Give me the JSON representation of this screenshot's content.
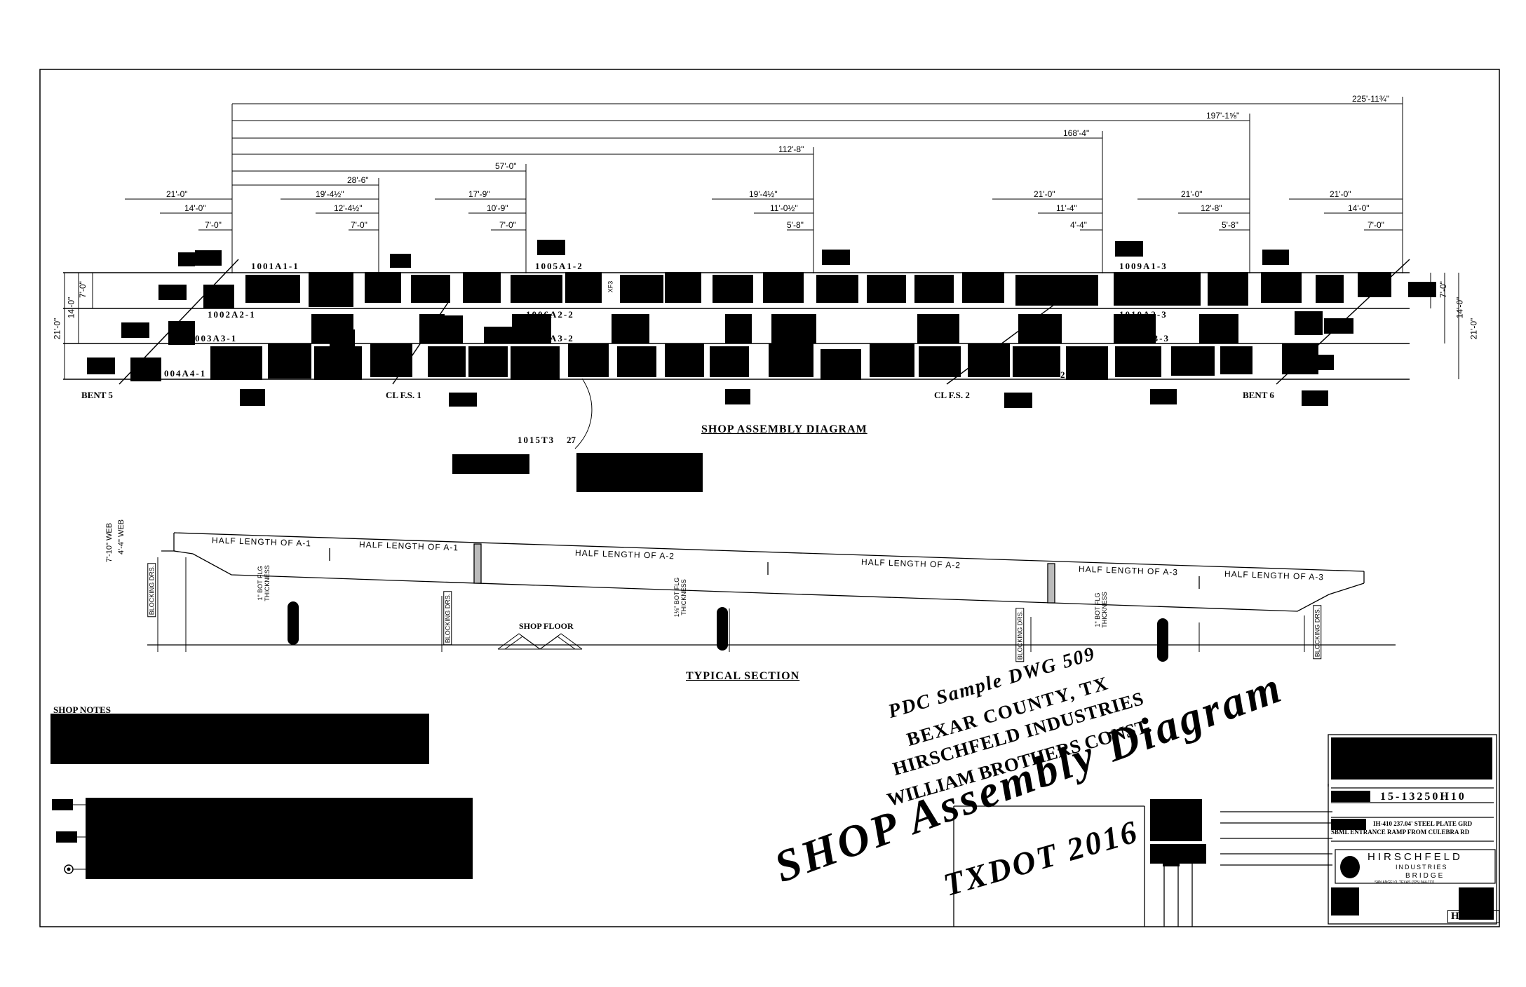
{
  "top_dims": [
    {
      "text": "225'-11¾\""
    },
    {
      "text": "197'-1⅝\""
    },
    {
      "text": "168'-4\""
    },
    {
      "text": "112'-8\""
    },
    {
      "text": "57'-0\""
    },
    {
      "text": "28'-6\""
    },
    {
      "text": "21'-0\""
    },
    {
      "text": "14'-0\""
    },
    {
      "text": "7'-0\""
    },
    {
      "text": "19'-4½\""
    },
    {
      "text": "12'-4½\""
    },
    {
      "text": "7'-0\""
    },
    {
      "text": "17'-9\""
    },
    {
      "text": "10'-9\""
    },
    {
      "text": "7'-0\""
    },
    {
      "text": "19'-4½\""
    },
    {
      "text": "11'-0½\""
    },
    {
      "text": "5'-8\""
    },
    {
      "text": "21'-0\""
    },
    {
      "text": "11'-4\""
    },
    {
      "text": "4'-4\""
    },
    {
      "text": "21'-0\""
    },
    {
      "text": "12'-8\""
    },
    {
      "text": "5'-8\""
    },
    {
      "text": "21'-0\""
    },
    {
      "text": "14'-0\""
    },
    {
      "text": "7'-0\""
    }
  ],
  "side_dims": {
    "left_outer": "21'-0\"",
    "left_inner": "14'-0\"",
    "left_small": "7'-0\"",
    "right_small": "7'-0\"",
    "right_inner": "14'-0\"",
    "right_outer": "21'-0\""
  },
  "piece_marks": [
    {
      "text": "1001A1-1"
    },
    {
      "text": "1002A2-1"
    },
    {
      "text": "003A3-1"
    },
    {
      "text": "004A4-1"
    },
    {
      "text": "1005A1-2"
    },
    {
      "text": "1006A2-2"
    },
    {
      "text": "1007A3-2"
    },
    {
      "text": "1009A1-3"
    },
    {
      "text": "1010A2-3"
    },
    {
      "text": "1011A3-3"
    },
    {
      "text": "2"
    }
  ],
  "line_labels": [
    {
      "text": "BENT 5"
    },
    {
      "text": "CL F.S. 1"
    },
    {
      "text": "CL F.S. 2"
    },
    {
      "text": "BENT 6"
    }
  ],
  "xf_tag": "XF3",
  "shop_assembly_title": "SHOP ASSEMBLY DIAGRAM",
  "callout_1015": "1015T3",
  "callout_27": "27",
  "section": {
    "title": "TYPICAL SECTION",
    "web_labels": [
      "7'-10\" WEB",
      "4'-4\" WEB"
    ],
    "half_lengths": [
      {
        "text": "HALF LENGTH OF A-1"
      },
      {
        "text": "HALF LENGTH OF A-1"
      },
      {
        "text": "HALF LENGTH OF A-2"
      },
      {
        "text": "HALF LENGTH OF A-2"
      },
      {
        "text": "HALF LENGTH OF A-3"
      },
      {
        "text": "HALF LENGTH OF A-3"
      }
    ],
    "flg_notes": [
      "1\" BOT FLG THICKNESS",
      "1⅛\" BOT FLG THICKNESS",
      "1\" BOT FLG THICKNESS"
    ],
    "blocking": [
      {
        "text": "BLOCKING DRS."
      },
      {
        "text": "BLOCKING DRS."
      },
      {
        "text": "BLOCKING DRS."
      },
      {
        "text": "BLOCKING DRS."
      }
    ],
    "shop_floor": "SHOP FLOOR"
  },
  "shop_notes_title": "SHOP NOTES",
  "stamp": {
    "lines": [
      "PDC Sample DWG 509",
      "BEXAR COUNTY, TX",
      "HIRSCHFELD INDUSTRIES",
      "WILLIAM BROTHERS CONST."
    ],
    "big": "SHOP Assembly Diagram",
    "year": "TXDOT 2016"
  },
  "title_block": {
    "job": "15-13250H10",
    "desc1": "IH-410 237.04' STEEL PLATE GRD",
    "desc2": "SBML ENTRANCE RAMP FROM CULEBRA RD",
    "company": "HIRSCHFELD",
    "company2": "INDUSTRIES",
    "company3": "BRIDGE",
    "address": "SAN ANGELO, TEXAS (325) 944-1111",
    "sheet": "HE1007"
  }
}
